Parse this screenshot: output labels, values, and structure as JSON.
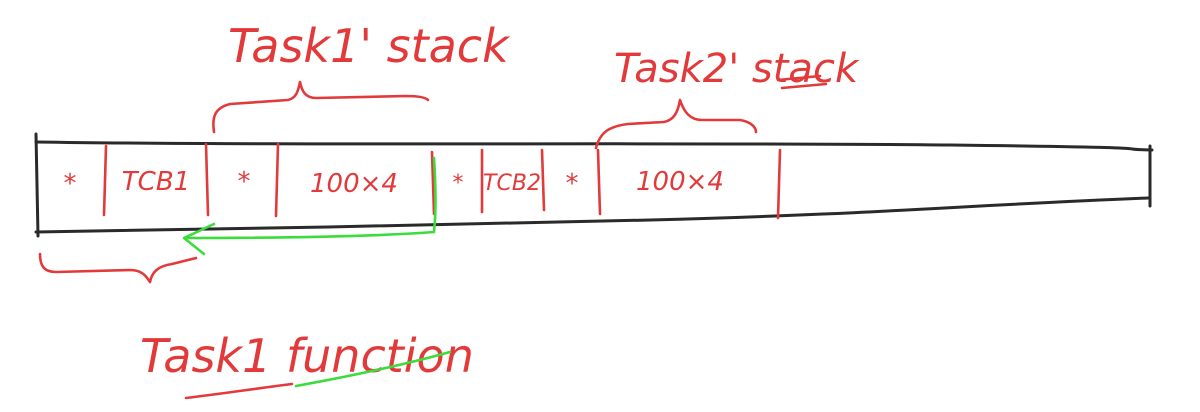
{
  "diagram": {
    "title_task1_stack": "Task1' stack",
    "title_task2_stack": "Task2' stack",
    "caption": "Task1 function",
    "cells": [
      {
        "id": "star1",
        "text": "*"
      },
      {
        "id": "tcb1",
        "text": "TCB1"
      },
      {
        "id": "star2",
        "text": "*"
      },
      {
        "id": "mem1",
        "text": "100×4"
      },
      {
        "id": "star3",
        "text": "*"
      },
      {
        "id": "tcb2",
        "text": "TCB2"
      },
      {
        "id": "star4",
        "text": "*"
      },
      {
        "id": "mem2",
        "text": "100×4"
      },
      {
        "id": "free",
        "text": ""
      }
    ],
    "colors": {
      "ink": "#2a2a2a",
      "red": "#e23a3a",
      "green": "#3bdc3b"
    }
  }
}
